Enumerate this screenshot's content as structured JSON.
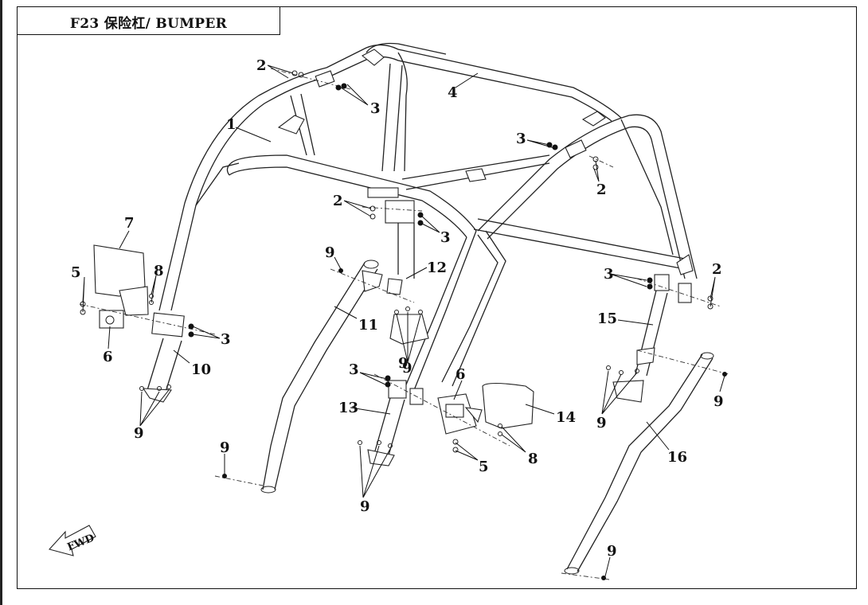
{
  "title": "F23 保险杠/ BUMPER",
  "fwd_label": "FWD",
  "callouts": [
    "1",
    "2",
    "2",
    "2",
    "2",
    "3",
    "3",
    "3",
    "3",
    "3",
    "3",
    "4",
    "5",
    "5",
    "6",
    "6",
    "7",
    "8",
    "8",
    "9",
    "9",
    "9",
    "9",
    "9",
    "9",
    "9",
    "9",
    "9",
    "10",
    "11",
    "12",
    "13",
    "14",
    "15",
    "16"
  ]
}
